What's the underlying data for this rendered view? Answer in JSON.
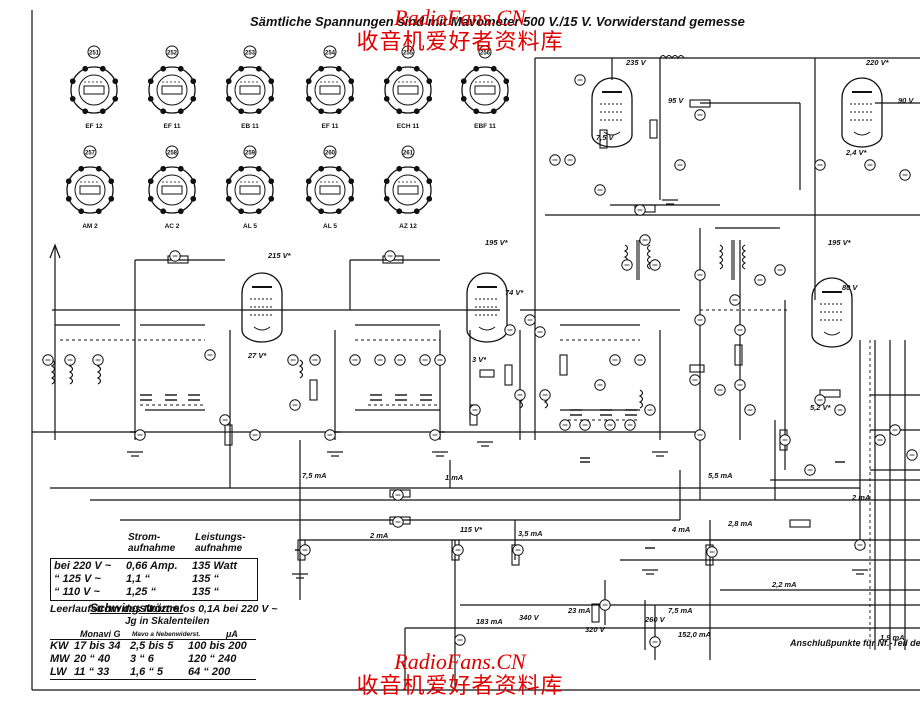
{
  "watermark": {
    "site": "RadioFans.CN",
    "chinese": "收音机爱好者资料库"
  },
  "title": "Sämtliche Spannungen sind mit Mavometer 500 V./15 V. Vorwiderstand gemesse",
  "tube_types": [
    "EF 12",
    "EF 11",
    "EB 11",
    "EF 11",
    "ECH 11",
    "EBF 11",
    "AM 2",
    "AC 2",
    "AL 5",
    "AL 5",
    "AZ 12"
  ],
  "tube_numbers": [
    "251",
    "252",
    "253",
    "254",
    "255",
    "256",
    "257",
    "258",
    "259",
    "260",
    "261"
  ],
  "voltages": [
    "215 V*",
    "195 V*",
    "235 V",
    "95 V",
    "220 V*",
    "90 V",
    "195 V*",
    "80 V",
    "74 V*",
    "27 V*",
    "3 V*",
    "7,5 V",
    "2,4 V*",
    "5,2 V*",
    "115 V*",
    "340 V",
    "320 V",
    "260 V"
  ],
  "currents": [
    "7,5 mA",
    "1 mA",
    "5,5 mA",
    "2 mA",
    "3,5 mA",
    "4 mA",
    "2,8 mA",
    "2,2 mA",
    "2 mA",
    "183 mA",
    "23 mA",
    "7,5 mA",
    "152,0 mA",
    "1,9 mA"
  ],
  "power_table": {
    "header_col1": "Strom-\naufnahme",
    "header_col2": "Leistungs-\naufnahme",
    "rows": [
      {
        "label": "bei 220 V ~",
        "current": "0,66 Amp.",
        "power": "135 Watt"
      },
      {
        "label": "“ 125 V ~",
        "current": "1,1 “",
        "power": "135 “"
      },
      {
        "label": "“ 110 V ~",
        "current": "1,25 “",
        "power": "135 “"
      }
    ],
    "idle_note": "Leerlaufstrom des Netztrafos 0,1A bei 220 V ~"
  },
  "osc_table": {
    "title": "Schwingströme:",
    "subtitle": "Jg in Skalenteilen",
    "col_monavi": "Monavi G",
    "col_mavo": "Mavo a Nebenwiderst.",
    "col_ua": "μA",
    "rows": [
      {
        "band": "KW",
        "monavi": "17 bis 34",
        "mavo": "2,5 bis 5",
        "ua": "100 bis 200"
      },
      {
        "band": "MW",
        "monavi": "20 “ 40",
        "mavo": "3 “ 6",
        "ua": "120 “ 240"
      },
      {
        "band": "LW",
        "monavi": "11 “ 33",
        "mavo": "1,6 “ 5",
        "ua": "64 “ 200"
      }
    ]
  },
  "footer_note": "Anschlußpunkte für Nf.-Teil de",
  "colors": {
    "ink": "#111111",
    "watermark": "#e00000",
    "paper": "#ffffff"
  }
}
